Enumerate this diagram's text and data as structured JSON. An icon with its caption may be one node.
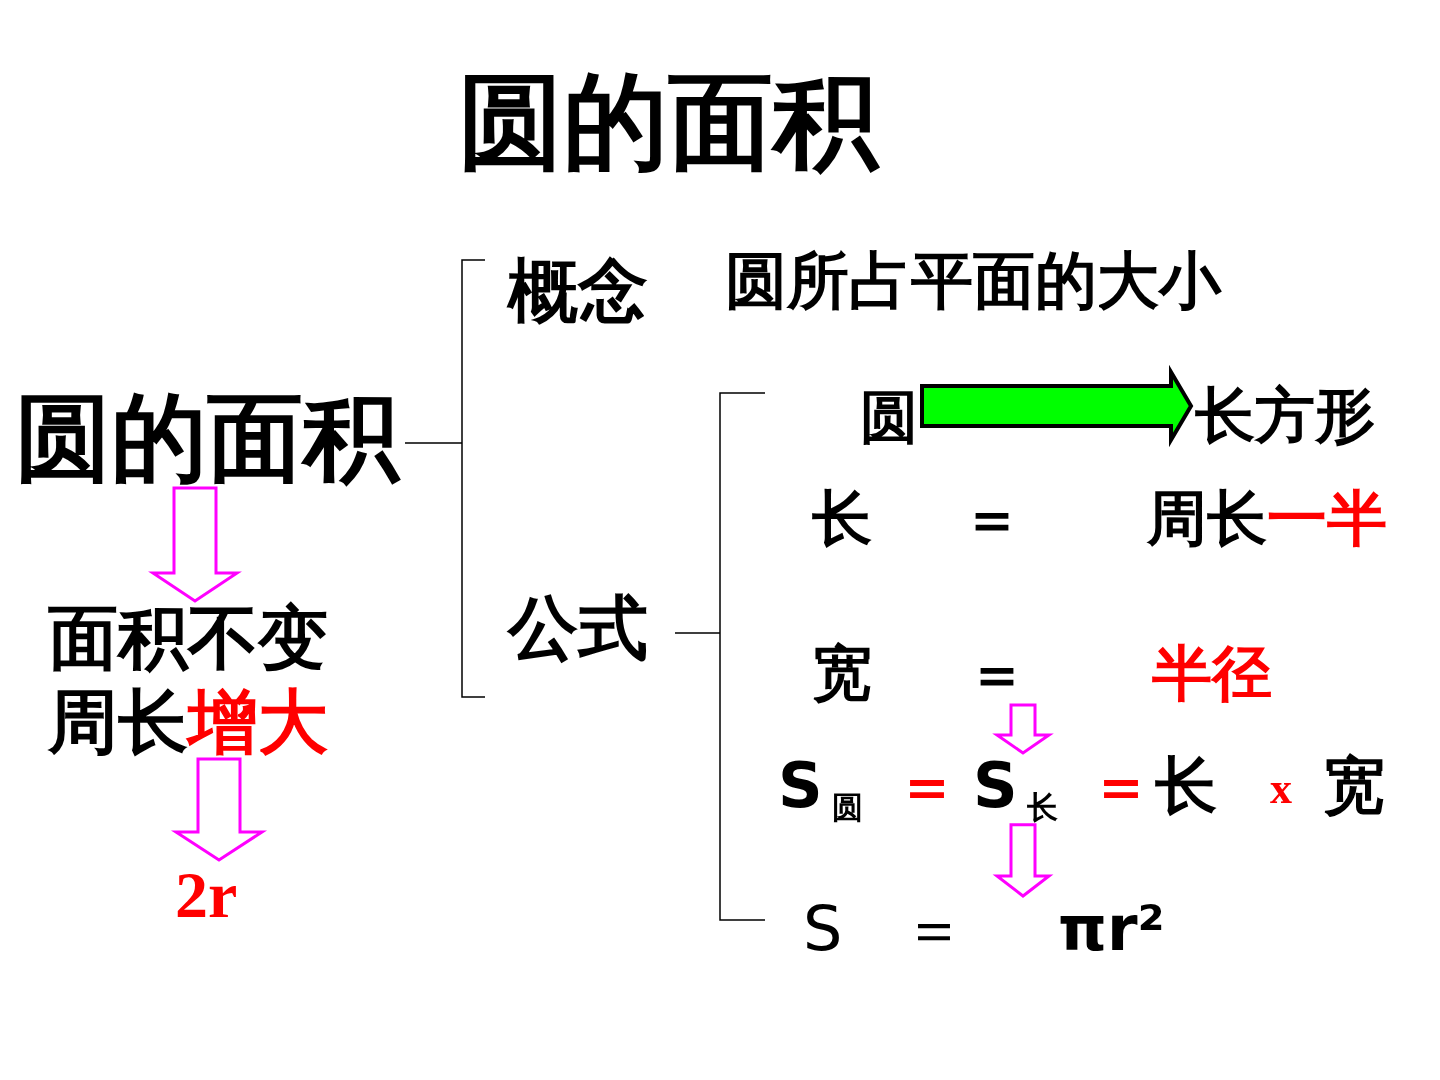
{
  "diagram": {
    "title": "圆的面积",
    "nodes": [
      {
        "text": [
          "圆的面积"
        ]
      },
      {
        "text": [
          "面积不变",
          "周长",
          "增大"
        ]
      },
      {
        "text": [
          "2r"
        ]
      },
      {
        "text": [
          "概念"
        ],
        "beside": [
          "圆所占平面的大小"
        ]
      },
      {
        "text": [
          "公式"
        ]
      },
      {
        "text": [
          "圆"
        ]
      },
      {
        "text": [
          "长方形"
        ]
      },
      {
        "text": [
          "长",
          "＝",
          "周长",
          "一半"
        ]
      },
      {
        "text": [
          "宽",
          "＝",
          "半径"
        ]
      },
      {
        "text": [
          "S$_{圆}$",
          "＝",
          "S$_{长}$",
          "＝",
          "长",
          "x",
          "宽"
        ]
      },
      {
        "text": [
          "S",
          "＝",
          "πr²"
        ]
      }
    ],
    "edges": [
      {
        "from": 0,
        "to": 1,
        "arrow": "to"
      },
      {
        "from": 1,
        "to": 2,
        "arrow": "to"
      },
      {
        "from": 5,
        "to": 6,
        "arrow": "to",
        "style": "thick",
        "color": "#00ff00"
      },
      {
        "from": 8,
        "to": 9,
        "arrow": "to"
      },
      {
        "from": 9,
        "to": 10,
        "arrow": "to"
      }
    ]
  }
}
